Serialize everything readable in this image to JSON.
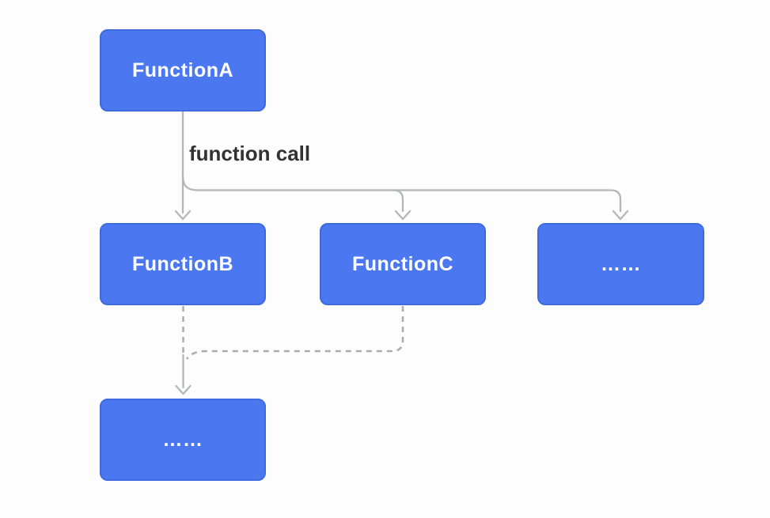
{
  "diagram": {
    "type": "flowchart",
    "edge_label": "function call",
    "nodes": [
      {
        "id": "function-a",
        "label": "FunctionA"
      },
      {
        "id": "function-b",
        "label": "FunctionB"
      },
      {
        "id": "function-c",
        "label": "FunctionC"
      },
      {
        "id": "more-callees",
        "label": "……"
      },
      {
        "id": "more-descendants",
        "label": "……"
      }
    ],
    "edges": [
      {
        "from": "FunctionA",
        "to": "FunctionB",
        "style": "solid-arrow",
        "label": "function call"
      },
      {
        "from": "FunctionA",
        "to": "FunctionC",
        "style": "solid-arrow",
        "label": "function call"
      },
      {
        "from": "FunctionA",
        "to": "……",
        "style": "solid-arrow",
        "label": "function call"
      },
      {
        "from": "FunctionB",
        "to": "……",
        "style": "dashed-arrow"
      },
      {
        "from": "FunctionC",
        "to": "……",
        "style": "dashed-arrow"
      }
    ],
    "colors": {
      "background": "#fdfdfd",
      "node-fill": "#4b78f1",
      "node-border": "#3e6ade",
      "node-text": "#ffffff",
      "connector": "#b4b6b8",
      "connector-dashed": "#a9abae",
      "edge-label-text": "#323232"
    }
  }
}
